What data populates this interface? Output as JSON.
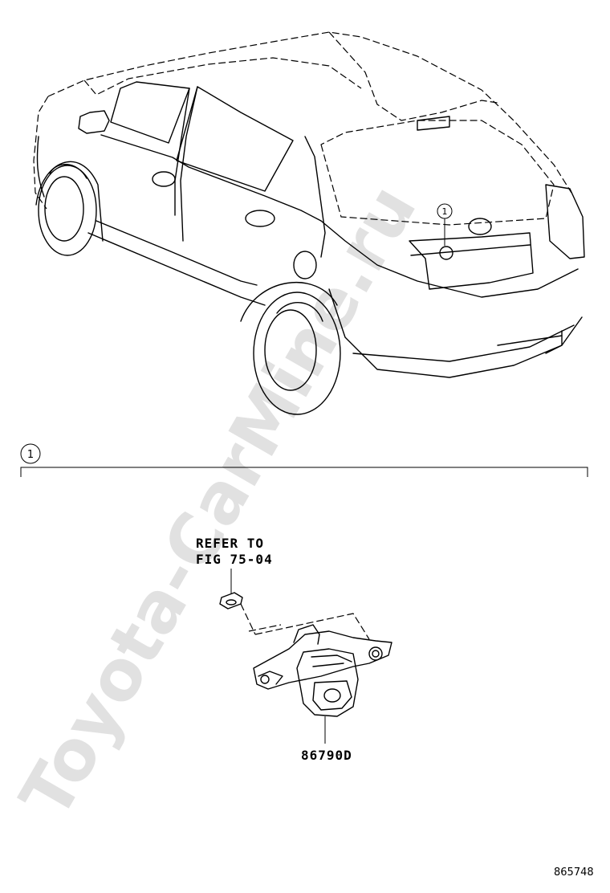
{
  "diagram": {
    "callout_id": "1",
    "refer_line1": "REFER TO",
    "refer_line2": "FIG 75-04",
    "part_number": "86790D",
    "figure_number": "865748",
    "watermark": "Toyota-CarMine.ru"
  }
}
